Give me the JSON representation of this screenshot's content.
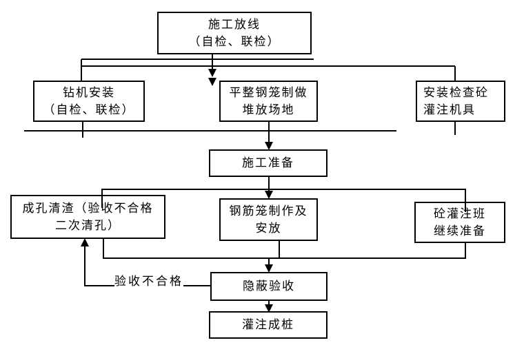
{
  "diagram": {
    "type": "flowchart",
    "language": "zh-CN",
    "colors": {
      "line": "#000000",
      "box_border": "#000000",
      "background": "#ffffff",
      "text": "#000000"
    },
    "nodes": {
      "layout_line": {
        "label": "施工放线\n（自检、联检）"
      },
      "rig_install": {
        "label": "钻机安装\n（自检、联检）"
      },
      "cage_site": {
        "label": "平整钢笼制做\n堆放场地"
      },
      "pour_tools": {
        "label": "安装检查砼\n灌注机具"
      },
      "prep": {
        "label": "施工准备"
      },
      "hole_clean": {
        "label": "成孔清渣（验收不合格\n二次清孔）"
      },
      "cage_make": {
        "label": "钢筋笼制作及\n安放"
      },
      "pour_team": {
        "label": "砼灌注班\n继续准备"
      },
      "hidden_check": {
        "label": "隐蔽验收"
      },
      "pour_pile": {
        "label": "灌注成桩"
      }
    },
    "edge_labels": {
      "fail": "验收不合格"
    }
  }
}
